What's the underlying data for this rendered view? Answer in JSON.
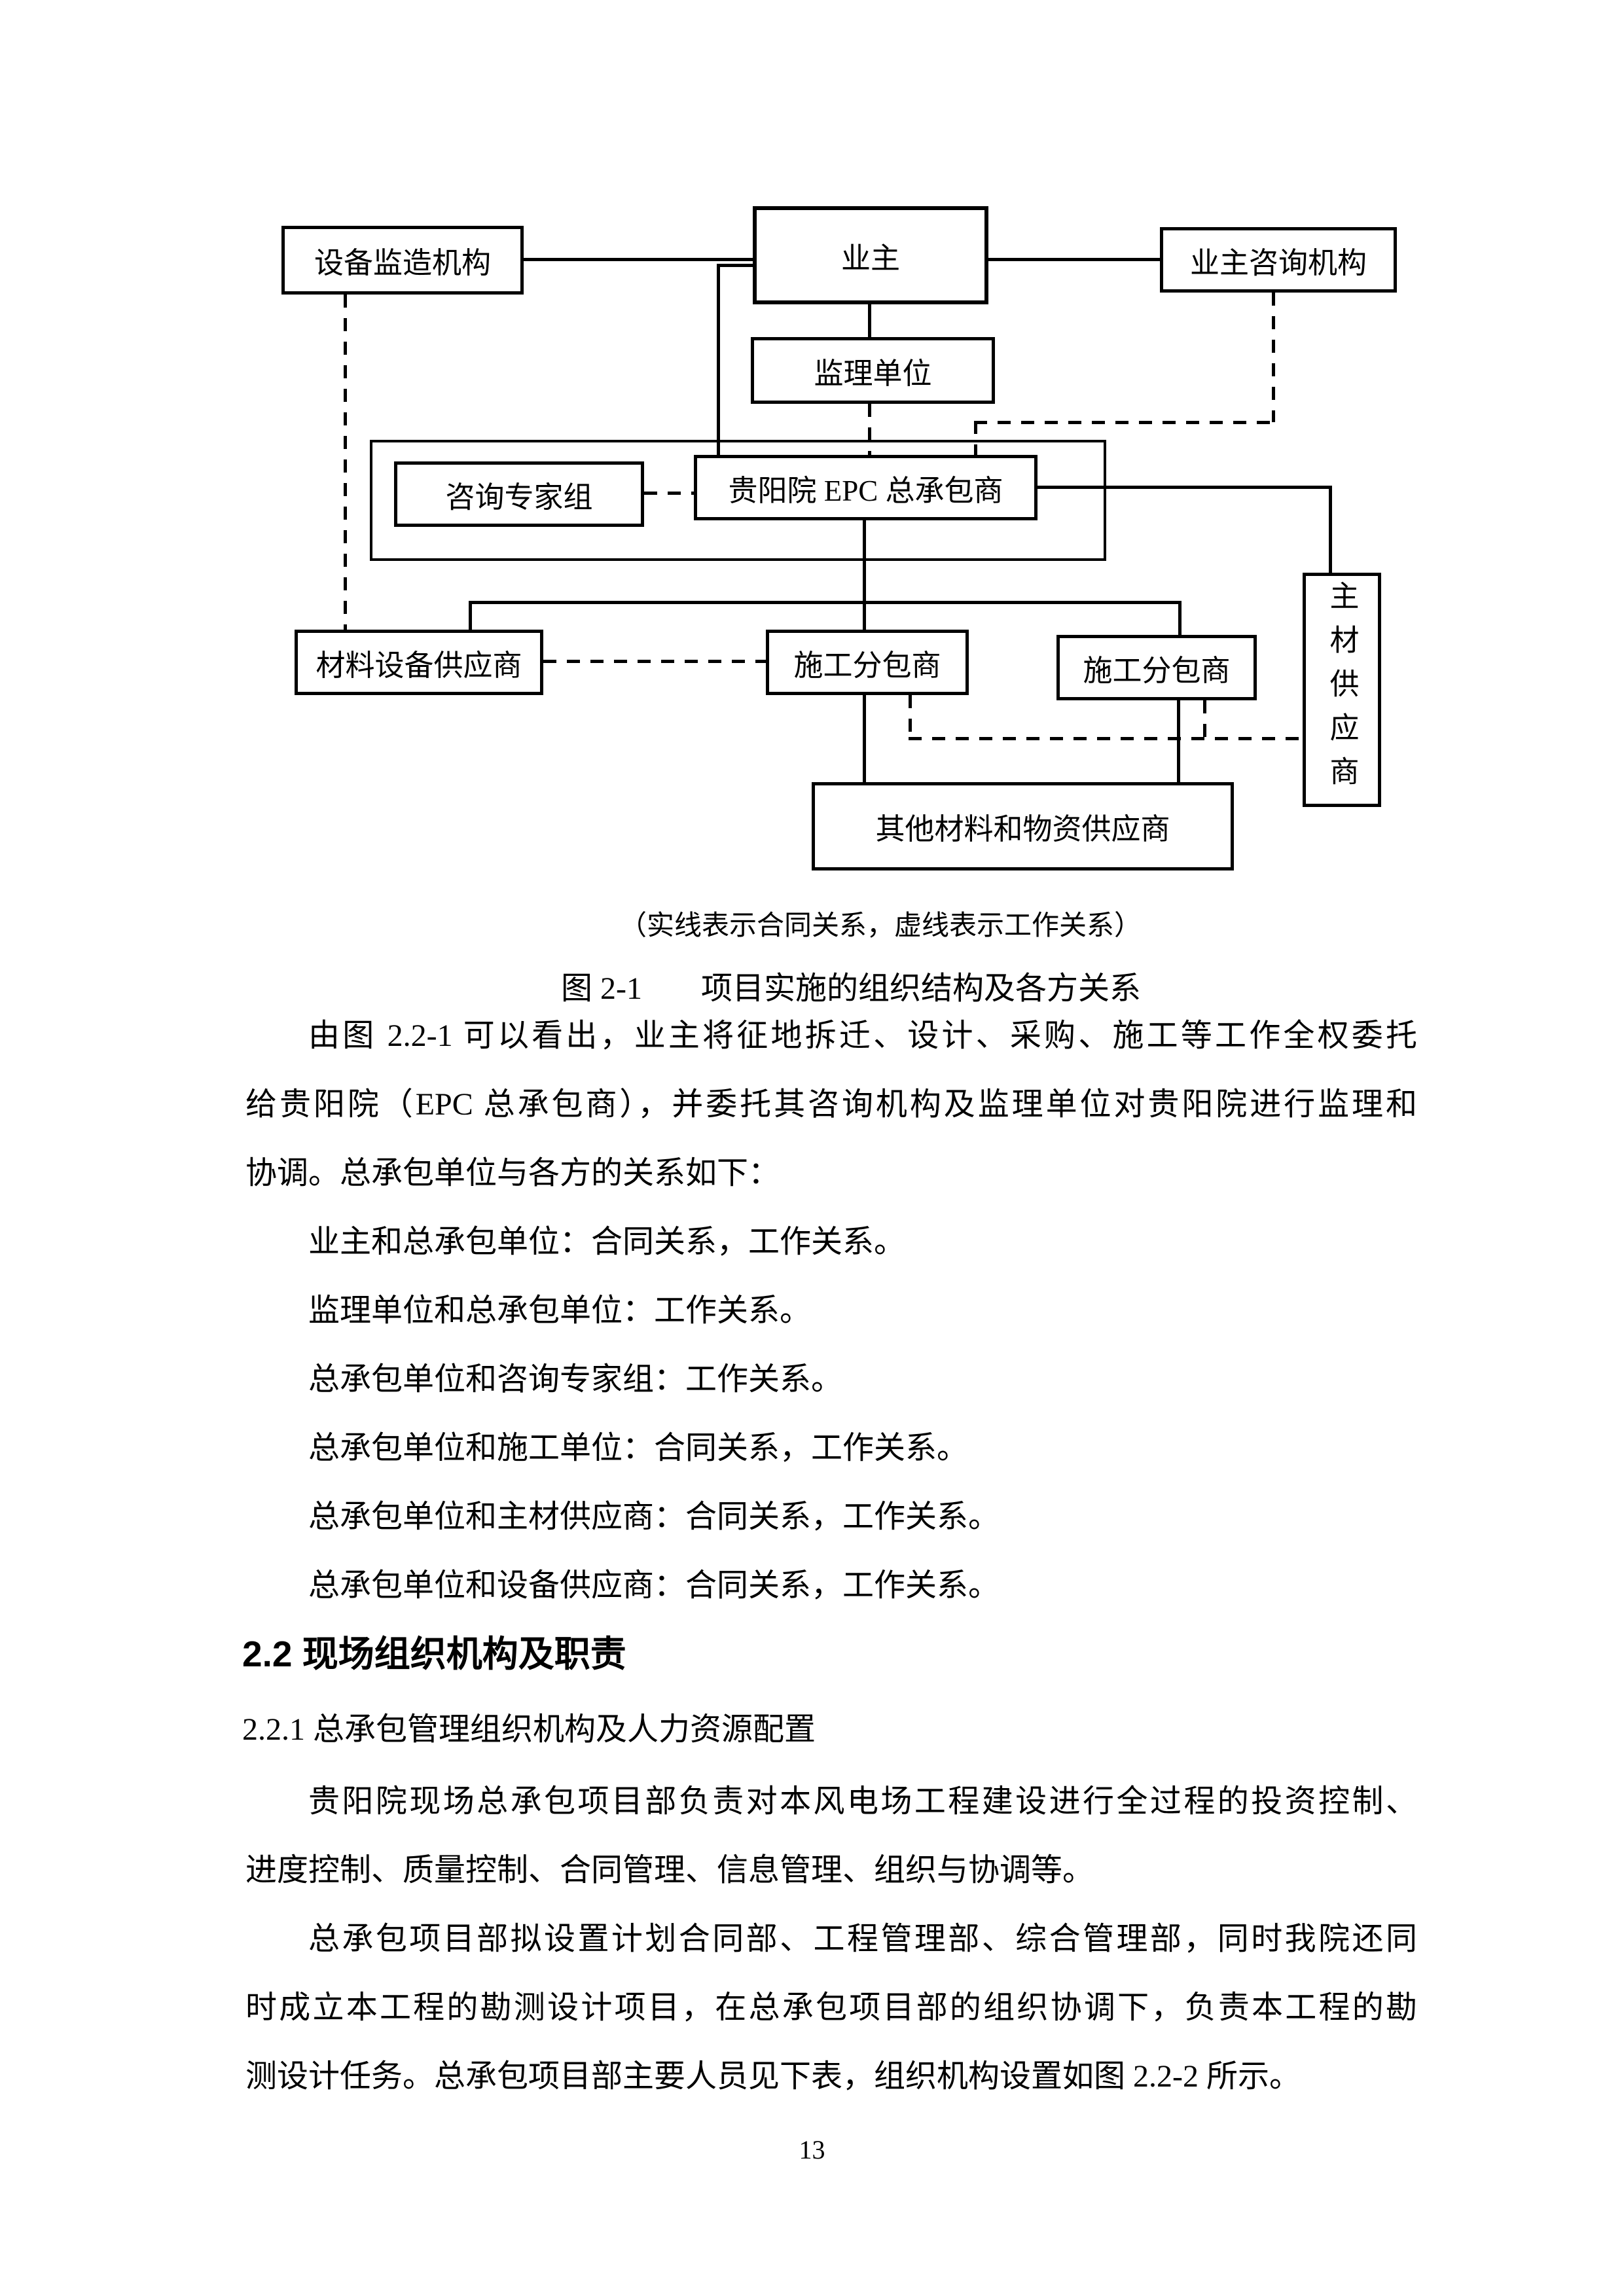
{
  "figure": {
    "legend_note": "（实线表示合同关系，虚线表示工作关系）",
    "label": "图 2-1",
    "title": "项目实施的组织结构及各方关系",
    "boxes": {
      "equipment_supervision": "设备监造机构",
      "owner": "业主",
      "owner_consultant": "业主咨询机构",
      "supervision_unit": "监理单位",
      "expert_group": "咨询专家组",
      "epc_contractor": "贵阳院 EPC 总承包商",
      "material_equipment_supplier": "材料设备供应商",
      "construction_subcontractor_a": "施工分包商",
      "construction_subcontractor_b": "施工分包商",
      "main_material_supplier": "主材供应商",
      "other_material_supplier": "其他材料和物资供应商"
    }
  },
  "body": {
    "para1": [
      "由图 2.2-1 可以看出，业主将征地拆迁、设计、采购、施工等工作全权委托",
      "给贵阳院（EPC 总承包商），并委托其咨询机构及监理单位对贵阳院进行监理和",
      "协调。总承包单位与各方的关系如下："
    ],
    "relations": [
      "业主和总承包单位：合同关系，工作关系。",
      "监理单位和总承包单位：工作关系。",
      "总承包单位和咨询专家组：工作关系。",
      "总承包单位和施工单位：合同关系，工作关系。",
      "总承包单位和主材供应商：合同关系，工作关系。",
      "总承包单位和设备供应商：合同关系，工作关系。"
    ],
    "heading_2_2": "2.2 现场组织机构及职责",
    "heading_2_2_1": "2.2.1 总承包管理组织机构及人力资源配置",
    "para2": [
      "贵阳院现场总承包项目部负责对本风电场工程建设进行全过程的投资控制、",
      "进度控制、质量控制、合同管理、信息管理、组织与协调等。"
    ],
    "para3": [
      "总承包项目部拟设置计划合同部、工程管理部、综合管理部，同时我院还同",
      "时成立本工程的勘测设计项目，在总承包项目部的组织协调下，负责本工程的勘",
      "测设计任务。总承包项目部主要人员见下表，组织机构设置如图 2.2-2 所示。"
    ]
  },
  "page": {
    "number": "13"
  }
}
